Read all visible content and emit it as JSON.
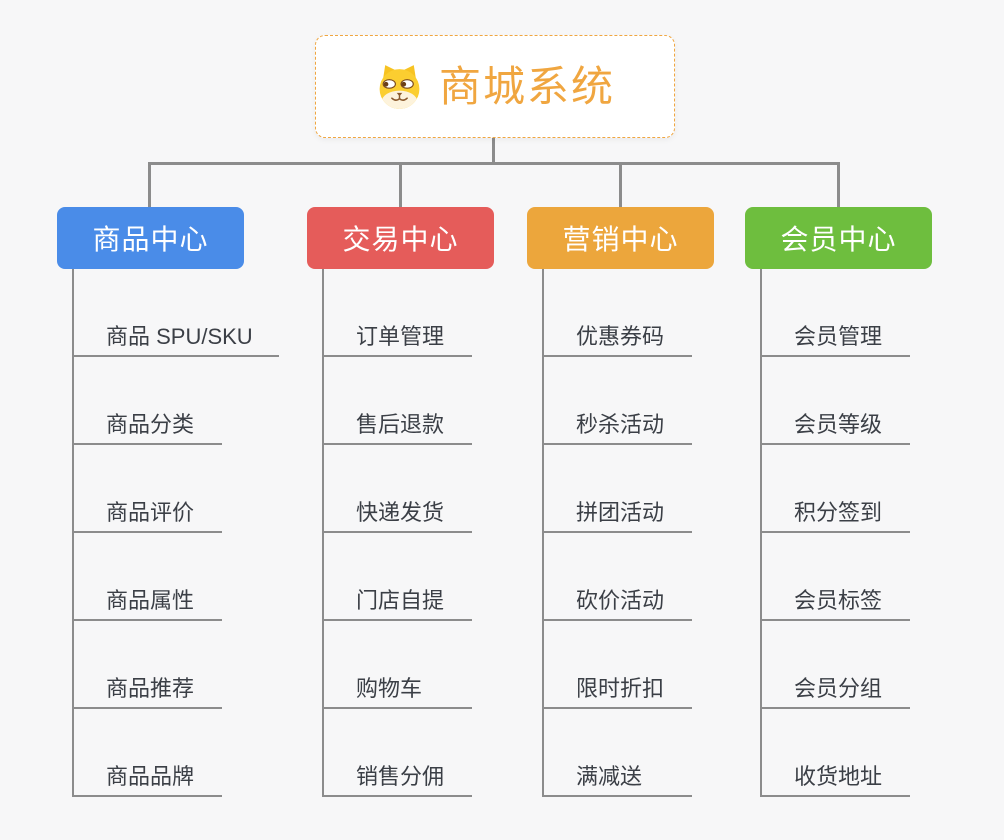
{
  "page": {
    "background": "#F7F7F8",
    "leaf_text_color": "#3B3F46"
  },
  "connectors": {
    "color": "#8C8C8C"
  },
  "root": {
    "title": "商城系统",
    "icon": "doge-face-icon",
    "accent": "#F0A640"
  },
  "branches": [
    {
      "label": "商品中心",
      "color": "#4A8CE8",
      "children": [
        "商品 SPU/SKU",
        "商品分类",
        "商品评价",
        "商品属性",
        "商品推荐",
        "商品品牌"
      ]
    },
    {
      "label": "交易中心",
      "color": "#E55C5A",
      "children": [
        "订单管理",
        "售后退款",
        "快递发货",
        "门店自提",
        "购物车",
        "销售分佣"
      ]
    },
    {
      "label": "营销中心",
      "color": "#ECA63C",
      "children": [
        "优惠券码",
        "秒杀活动",
        "拼团活动",
        "砍价活动",
        "限时折扣",
        "满减送"
      ]
    },
    {
      "label": "会员中心",
      "color": "#6EBE3E",
      "children": [
        "会员管理",
        "会员等级",
        "积分签到",
        "会员标签",
        "会员分组",
        "收货地址"
      ]
    }
  ]
}
